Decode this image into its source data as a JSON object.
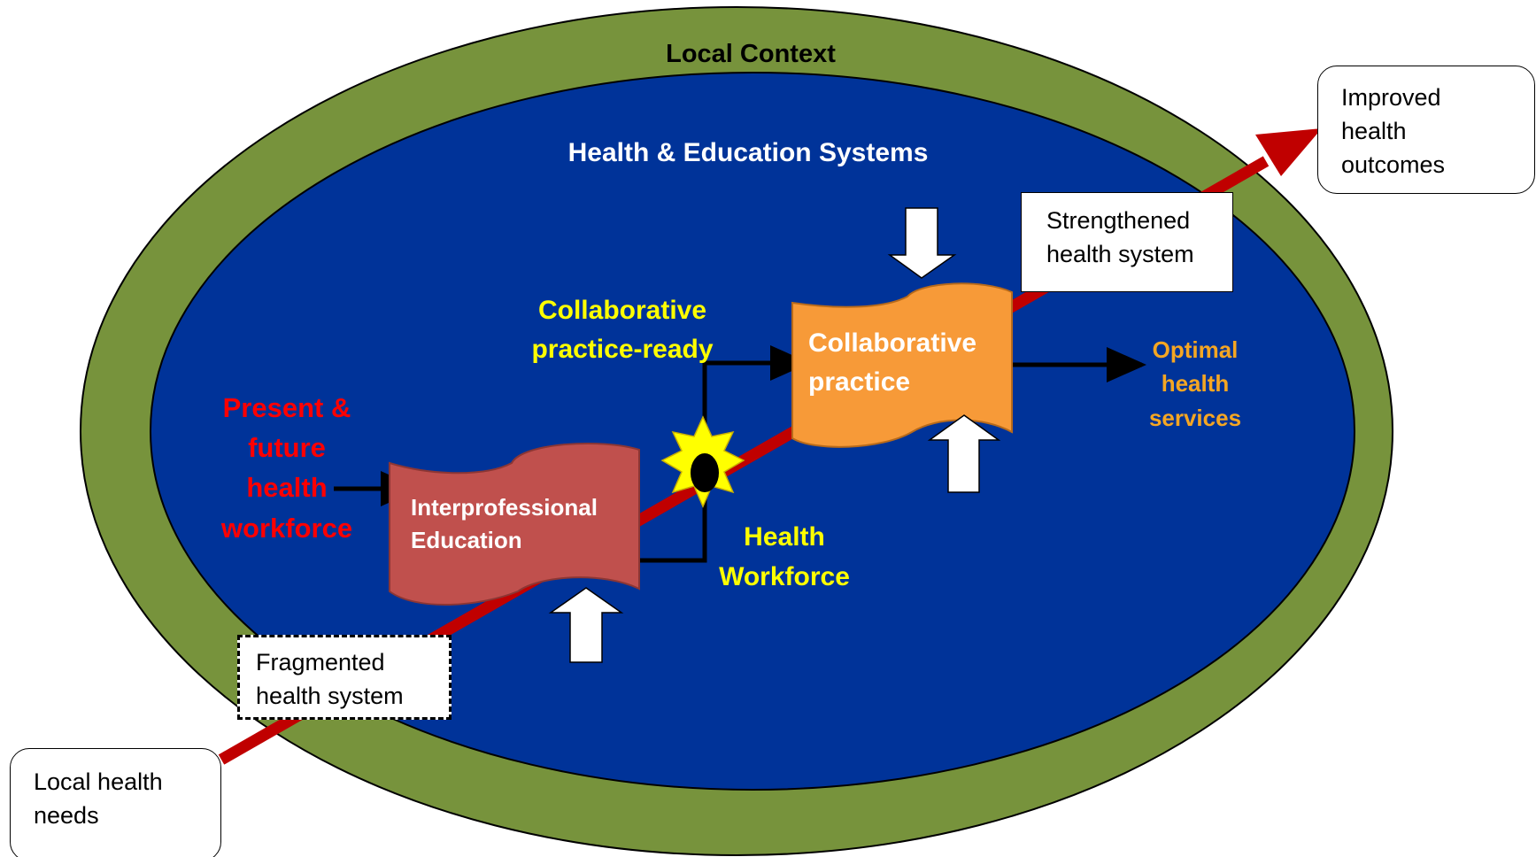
{
  "labels": {
    "local_context": "Local Context",
    "systems": "Health & Education Systems",
    "present_future": [
      "Present &",
      "future",
      "health",
      "workforce"
    ],
    "collab_ready": [
      "Collaborative",
      "practice-ready"
    ],
    "health_workforce": [
      "Health",
      "Workforce"
    ],
    "optimal": [
      "Optimal",
      "health",
      "services"
    ]
  },
  "stages": {
    "ipe": [
      "Interprofessional",
      "Education"
    ],
    "cp": [
      "Collaborative",
      "practice"
    ]
  },
  "boxes": {
    "local_needs": [
      "Local health",
      "needs"
    ],
    "fragmented": [
      "Fragmented",
      "health system"
    ],
    "strengthened": [
      "Strengthened",
      "health system"
    ],
    "improved": [
      "Improved",
      "health",
      "outcomes"
    ]
  },
  "colors": {
    "outer_ring": "#77933c",
    "inner_field": "#003399",
    "trajectory": "#c00000",
    "ipe_fill": "#c0504d",
    "cp_fill": "#f79a38",
    "yellow_text": "#ffff00",
    "orange_text": "#f5a623",
    "red_text": "#ff0000"
  },
  "icons": {
    "input_arrows": "hollow-block-arrow-icon",
    "burst": "starburst-icon"
  }
}
